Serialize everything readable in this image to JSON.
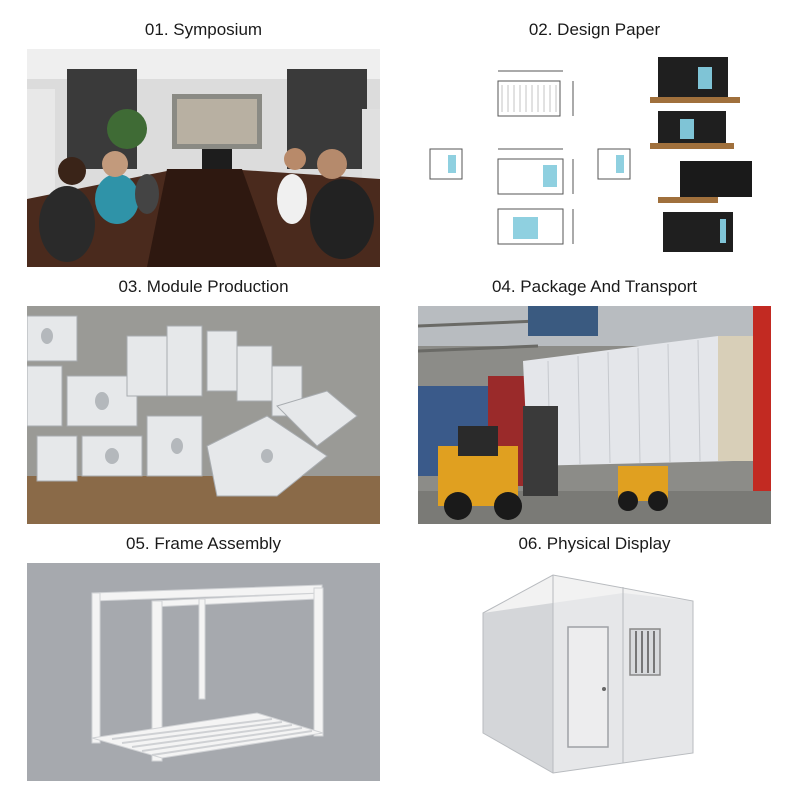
{
  "panels": [
    {
      "caption": "01. Symposium",
      "image": "meeting-room-photo"
    },
    {
      "caption": "02. Design Paper",
      "image": "floor-plan-and-container-renderings"
    },
    {
      "caption": "03. Module Production",
      "image": "steel-corner-fittings-photo"
    },
    {
      "caption": "04. Package And Transport",
      "image": "forklift-loading-container-photo"
    },
    {
      "caption": "05. Frame Assembly",
      "image": "steel-frame-render"
    },
    {
      "caption": "06. Physical Display",
      "image": "finished-container-house-photo"
    }
  ]
}
